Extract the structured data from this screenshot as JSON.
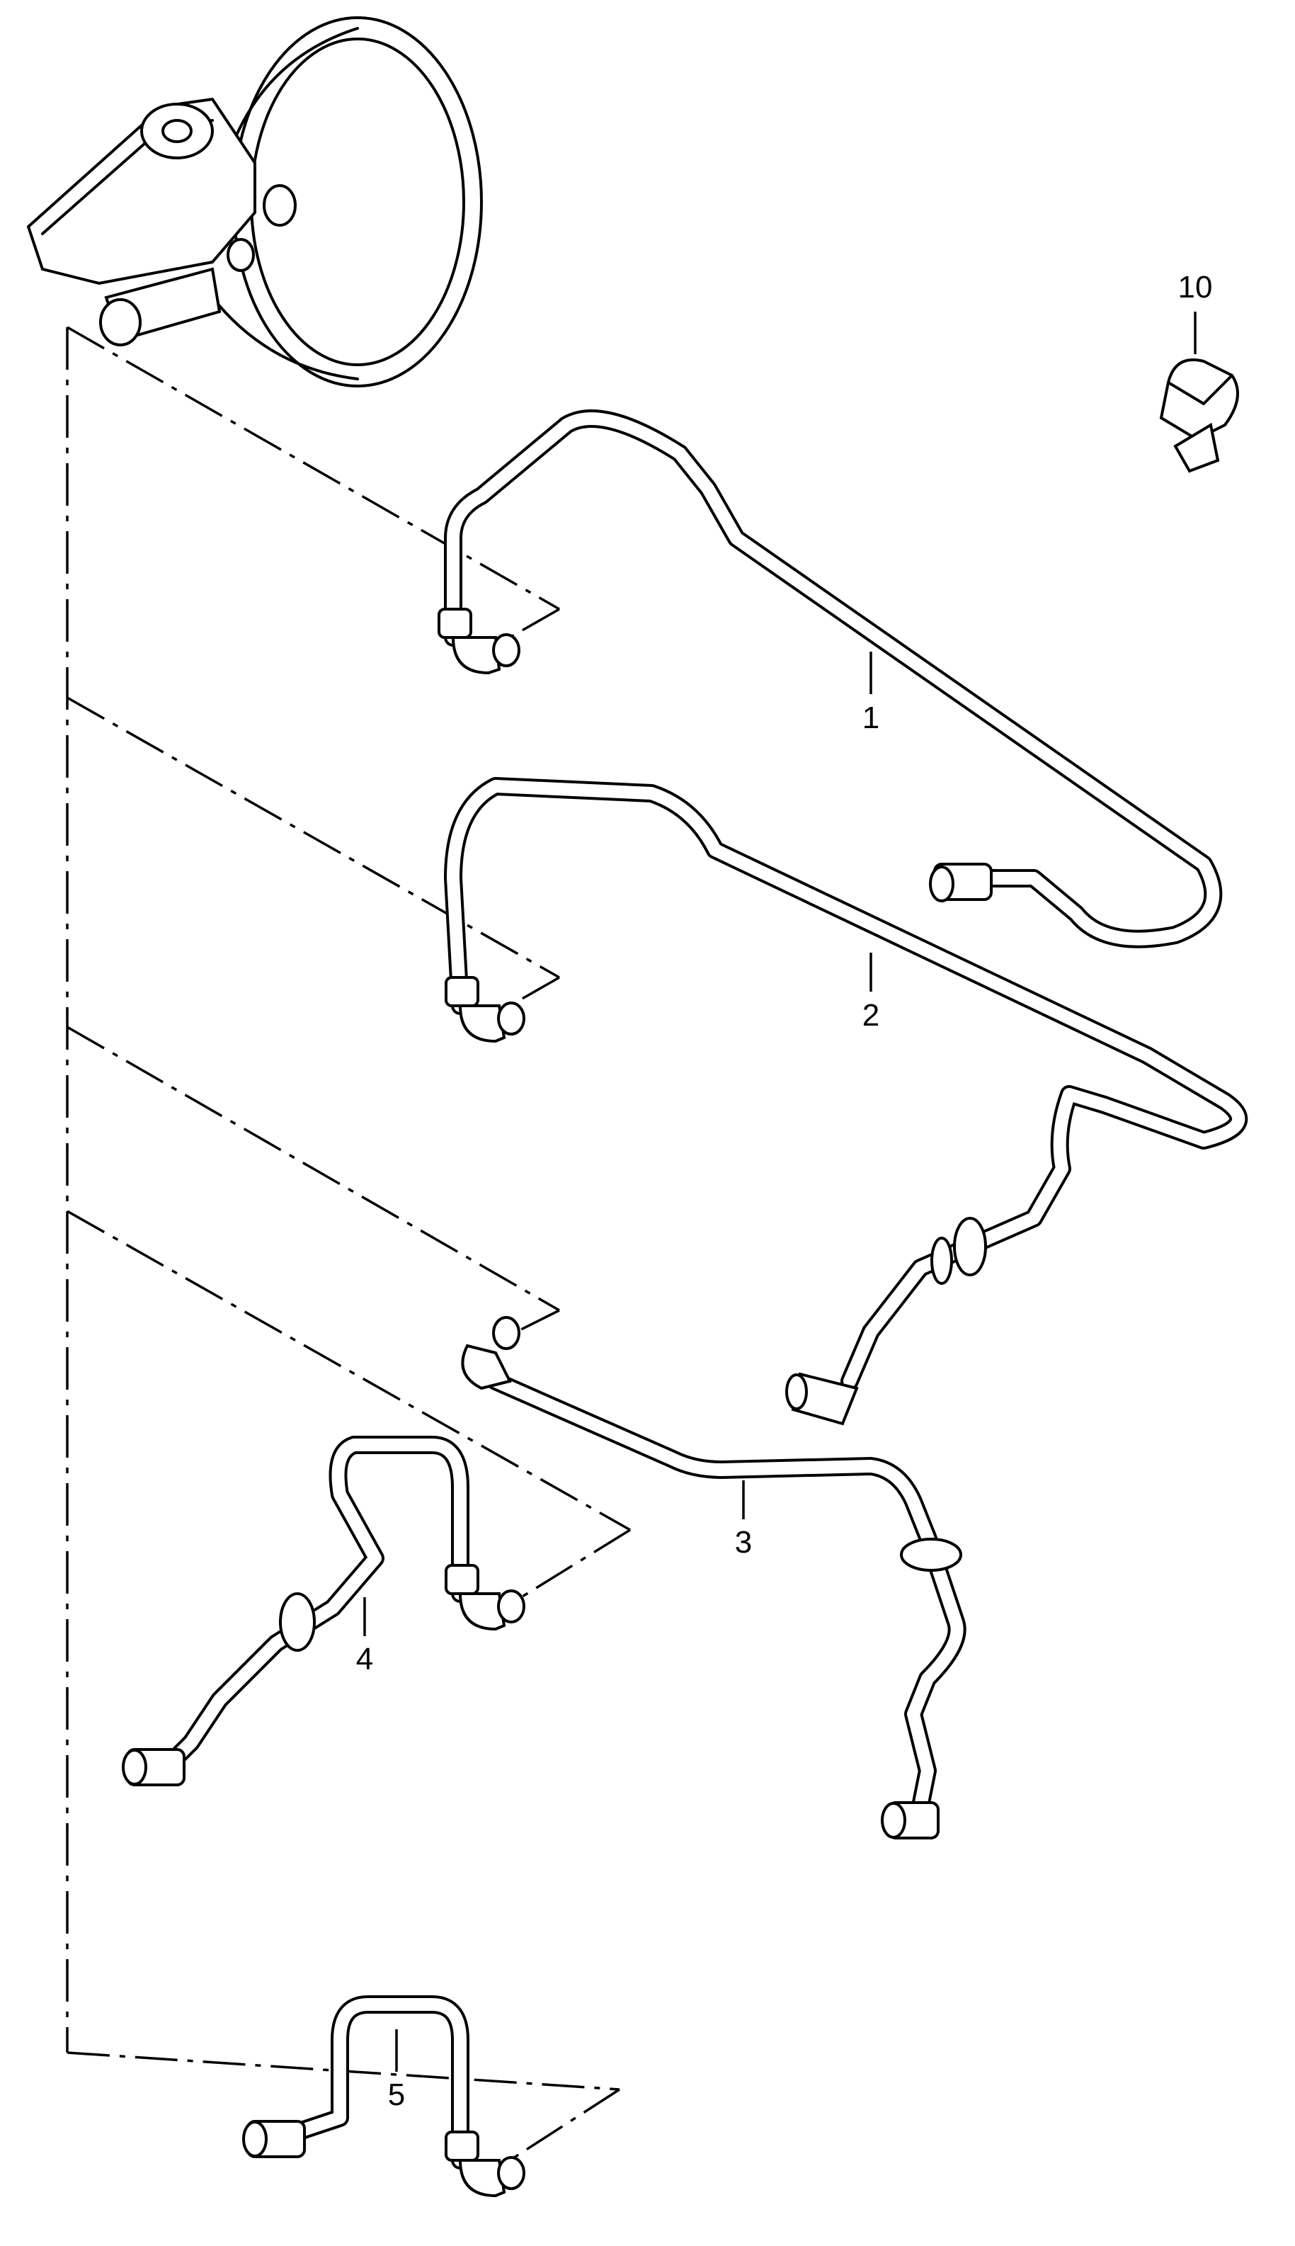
{
  "callouts": {
    "c1": "1",
    "c2": "2",
    "c3": "3",
    "c4": "4",
    "c5": "5",
    "c10": "10"
  },
  "colors": {
    "line": "#000000",
    "background": "#ffffff"
  }
}
